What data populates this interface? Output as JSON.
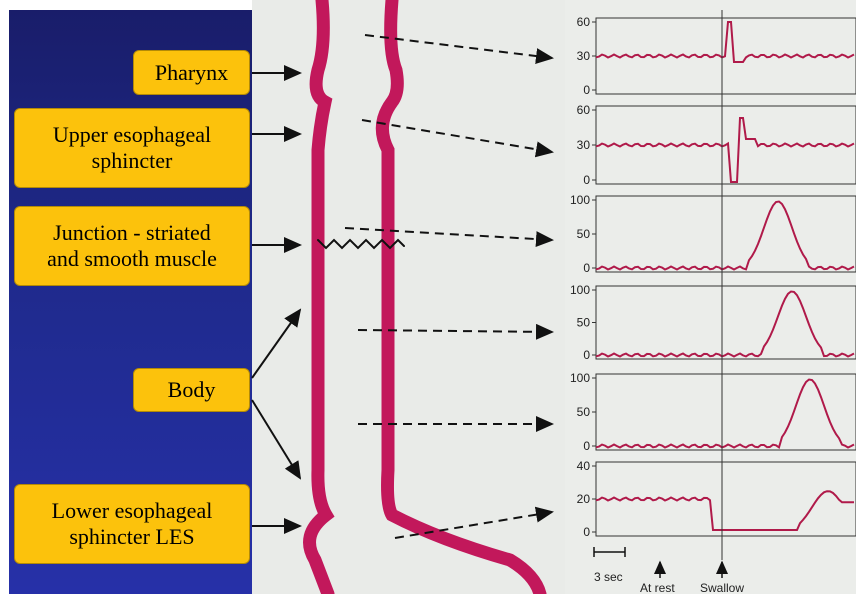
{
  "labels": {
    "pharynx": "Pharynx",
    "ues_line1": "Upper esophageal",
    "ues_line2": "sphincter",
    "junction_line1": "Junction - striated",
    "junction_line2": "and smooth muscle",
    "body": "Body",
    "les_line1": "Lower esophageal",
    "les_line2": "sphincter LES"
  },
  "panels": [
    {
      "ticks": [
        "60",
        "30",
        "0"
      ]
    },
    {
      "ticks": [
        "60",
        "30",
        "0"
      ]
    },
    {
      "ticks": [
        "100",
        "50",
        "0"
      ]
    },
    {
      "ticks": [
        "100",
        "50",
        "0"
      ]
    },
    {
      "ticks": [
        "100",
        "50",
        "0"
      ]
    },
    {
      "ticks": [
        "40",
        "20",
        "0"
      ]
    }
  ],
  "footer": {
    "scale": "3 sec",
    "at_rest": "At rest",
    "swallow": "Swallow"
  },
  "colors": {
    "esophagus": "#c2185b",
    "trace": "#b01a4a",
    "label_bg": "#fcc20c",
    "panel_bg": "#1f2a8c"
  }
}
